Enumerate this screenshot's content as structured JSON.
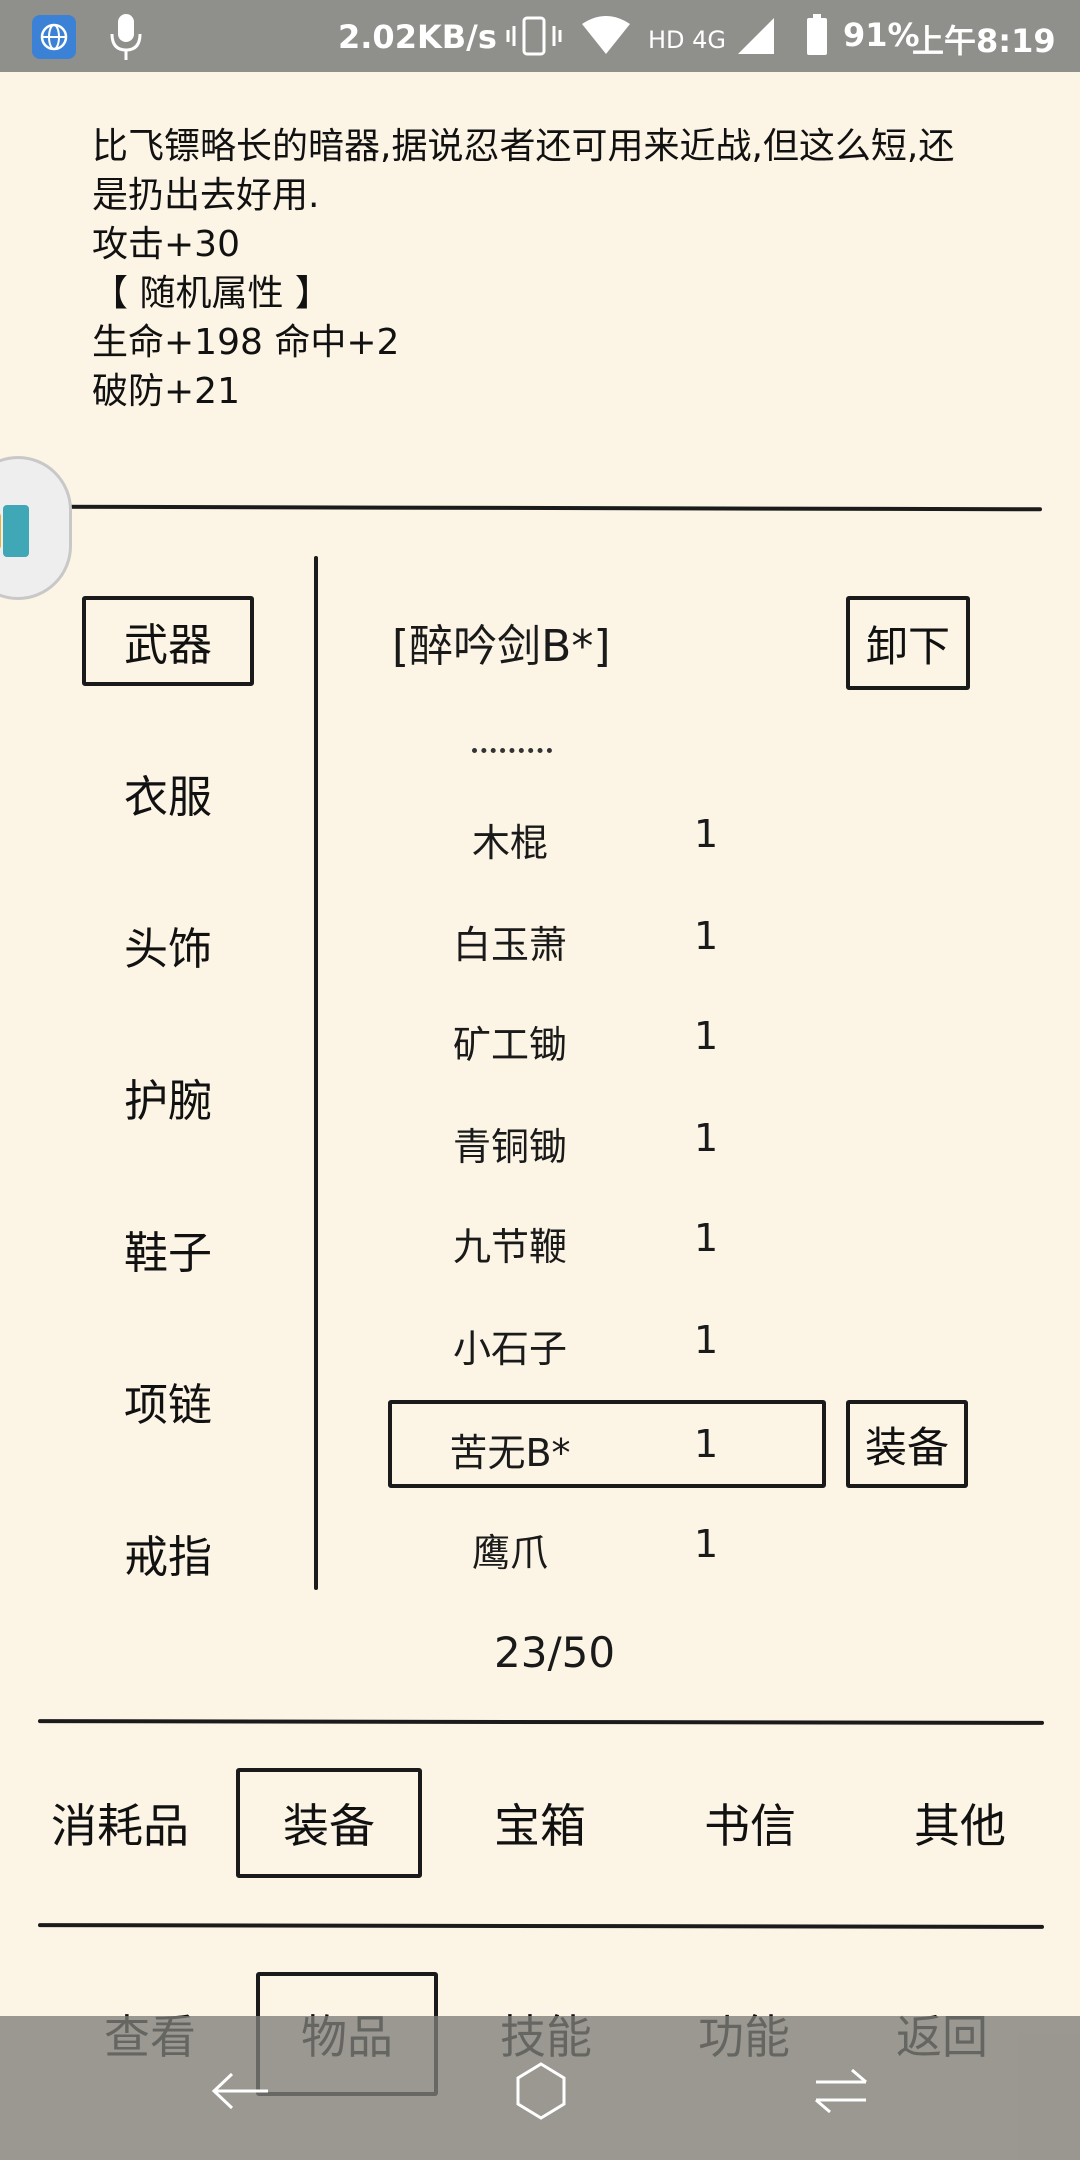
{
  "status_bar": {
    "speed": "2.02KB/s",
    "network": "HD 4G",
    "battery": "91%",
    "time": "上午8:19"
  },
  "item_description": {
    "lines": [
      "比飞镖略长的暗器,据说忍者还可用来近战,但这么短,还",
      "是扔出去好用.",
      "攻击+30",
      "【 随机属性 】",
      "生命+198 命中+2",
      "破防+21"
    ]
  },
  "slots": [
    {
      "label": "武器",
      "selected": true
    },
    {
      "label": "衣服",
      "selected": false
    },
    {
      "label": "头饰",
      "selected": false
    },
    {
      "label": "护腕",
      "selected": false
    },
    {
      "label": "鞋子",
      "selected": false
    },
    {
      "label": "项链",
      "selected": false
    },
    {
      "label": "戒指",
      "selected": false
    }
  ],
  "equipped": {
    "name": "[醉吟剑B*]",
    "unequip_label": "卸下"
  },
  "items": [
    {
      "name": "木棍",
      "qty": "1"
    },
    {
      "name": "白玉萧",
      "qty": "1"
    },
    {
      "name": "矿工锄",
      "qty": "1"
    },
    {
      "name": "青铜锄",
      "qty": "1"
    },
    {
      "name": "九节鞭",
      "qty": "1"
    },
    {
      "name": "小石子",
      "qty": "1"
    },
    {
      "name": "苦无B*",
      "qty": "1",
      "selected": true
    },
    {
      "name": "鹰爪",
      "qty": "1"
    }
  ],
  "equip_label": "装备",
  "page_count": "23/50",
  "categories": [
    {
      "label": "消耗品"
    },
    {
      "label": "装备",
      "selected": true
    },
    {
      "label": "宝箱"
    },
    {
      "label": "书信"
    },
    {
      "label": "其他"
    }
  ],
  "menu": [
    {
      "label": "查看"
    },
    {
      "label": "物品",
      "selected": true
    },
    {
      "label": "技能"
    },
    {
      "label": "功能"
    },
    {
      "label": "返回"
    }
  ],
  "colors": {
    "background": "#fcf5e6",
    "ink": "#1a1a1a",
    "status_bar": "#8f8f8b"
  }
}
